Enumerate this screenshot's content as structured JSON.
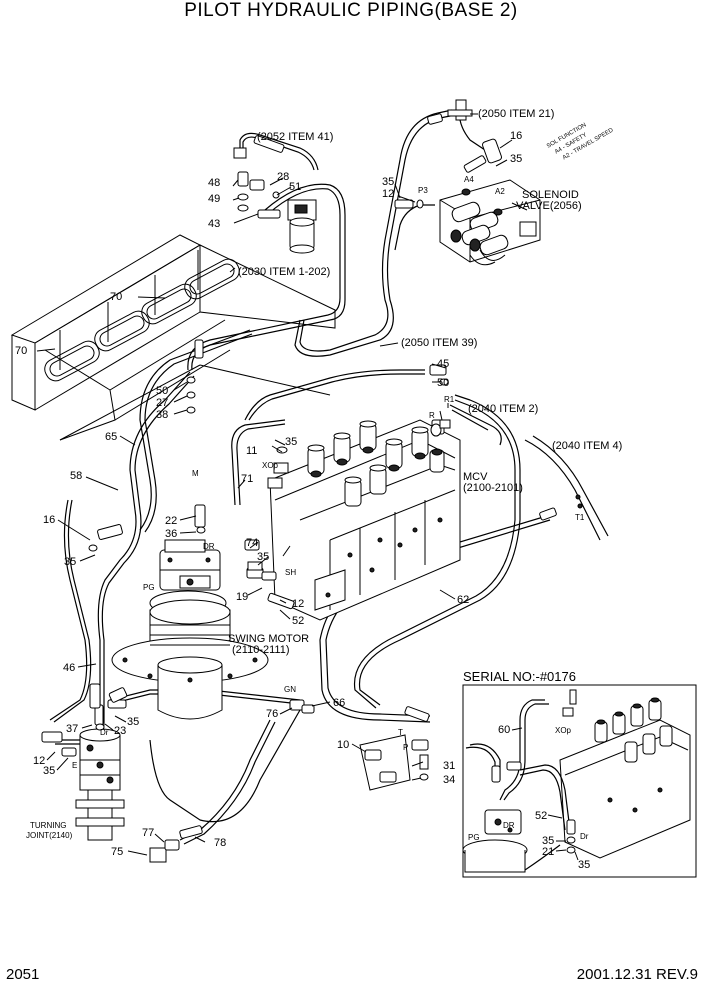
{
  "title": "PILOT HYDRAULIC PIPING(BASE 2)",
  "footer": {
    "page": "2051",
    "revision": "2001.12.31 REV.9"
  },
  "references": {
    "r2052_41": "(2052 ITEM 41)",
    "r2050_21": "(2050 ITEM 21)",
    "r2030": "(2030 ITEM 1-202)",
    "r2050_39": "(2050 ITEM 39)",
    "r2040_2": "(2040 ITEM 2)",
    "r2040_4": "(2040 ITEM 4)"
  },
  "components": {
    "solenoid_1": "SOLENOID",
    "solenoid_2": "VALVE(2056)",
    "mcv_1": "MCV",
    "mcv_2": "(2100-2101)",
    "swing_1": "SWING MOTOR",
    "swing_2": "(2110-2111)",
    "turning_1": "TURNING",
    "turning_2": "JOINT(2140)",
    "serial": "SERIAL NO:-#0176"
  },
  "solenoid_notes": [
    "SOL FUNCTION",
    "A4 - SAFETY",
    "A2 - TRAVEL SPEED"
  ],
  "ports": {
    "A4": "A4",
    "A2": "A2",
    "P3": "P3",
    "R": "R",
    "R1": "R1",
    "T1": "T1",
    "M": "M",
    "XOp": "XOp",
    "XOp2": "XOp",
    "DR": "DR",
    "DR2": "DR",
    "Dr": "Dr",
    "PG": "PG",
    "GN": "GN",
    "E": "E",
    "T": "T",
    "P": "P",
    "SH": "SH",
    "Dr3": "Dr",
    "PG2": "PG"
  },
  "callouts": {
    "c16a": "16",
    "c35a": "35",
    "c35b": "35",
    "c12a": "12",
    "c48": "48",
    "c28": "28",
    "c51": "51",
    "c49": "49",
    "c43": "43",
    "c70a": "70",
    "c70b": "70",
    "c45": "45",
    "c50a": "50",
    "c50b": "50",
    "c27": "27",
    "c38": "38",
    "c65": "65",
    "c11": "11",
    "c35c": "35",
    "c71": "71",
    "c58": "58",
    "c16b": "16",
    "c22": "22",
    "c36": "36",
    "c35d": "35",
    "c74": "74",
    "c35e": "35",
    "c19": "19",
    "c12b": "12",
    "c52a": "52",
    "c62": "62",
    "c46": "46",
    "c66": "66",
    "c37": "37",
    "c23": "23",
    "c35f": "35",
    "c12c": "12",
    "c35g": "35",
    "c76": "76",
    "c10": "10",
    "c31": "31",
    "c34": "34",
    "c77": "77",
    "c78": "78",
    "c75": "75",
    "c60": "60",
    "c52b": "52",
    "c35h": "35",
    "c21": "21",
    "c35i": "35"
  }
}
